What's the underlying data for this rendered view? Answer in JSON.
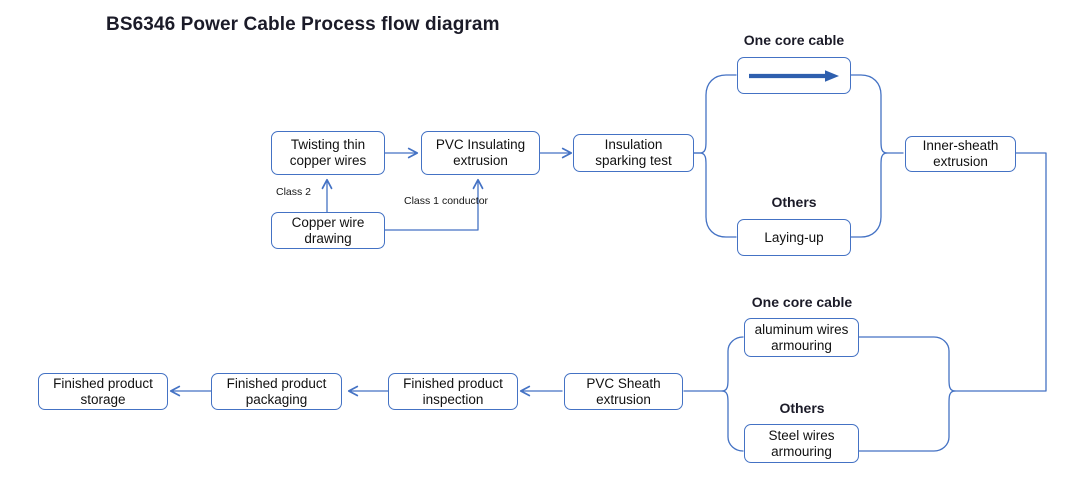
{
  "diagram": {
    "title": "BS6346 Power Cable Process flow diagram",
    "accent_border": "#4472c4",
    "accent_arrow": "#2e5fae",
    "text_color": "#111111",
    "background": "#ffffff"
  },
  "nodes": {
    "twisting": "Twisting thin copper wires",
    "twisting_l1": "Twisting thin",
    "twisting_l2": "copper wires",
    "pvc_insulating_l1": "PVC Insulating",
    "pvc_insulating_l2": "extrusion",
    "sparking_l1": "Insulation",
    "sparking_l2": "sparking test",
    "copper_drawing_l1": "Copper wire",
    "copper_drawing_l2": "drawing",
    "one_core_cable_top": "",
    "laying_up": "Laying-up",
    "inner_sheath_l1": "Inner-sheath",
    "inner_sheath_l2": "extrusion",
    "aluminum_l1": "aluminum wires",
    "aluminum_l2": "armouring",
    "steel_l1": "Steel wires",
    "steel_l2": "armouring",
    "pvc_sheath_l1": "PVC Sheath",
    "pvc_sheath_l2": "extrusion",
    "inspection_l1": "Finished product",
    "inspection_l2": "inspection",
    "packaging_l1": "Finished product",
    "packaging_l2": "packaging",
    "storage_l1": "Finished product",
    "storage_l2": "storage"
  },
  "group_labels": {
    "one_core_cable_upper": "One core cable",
    "others_upper": "Others",
    "one_core_cable_lower": "One core cable",
    "others_lower": "Others"
  },
  "edge_labels": {
    "class2": "Class 2",
    "class1_l1": "Class 1",
    "class1_l2": "conductor"
  },
  "icons": {
    "one_core_arrow": "right-arrow-icon"
  }
}
